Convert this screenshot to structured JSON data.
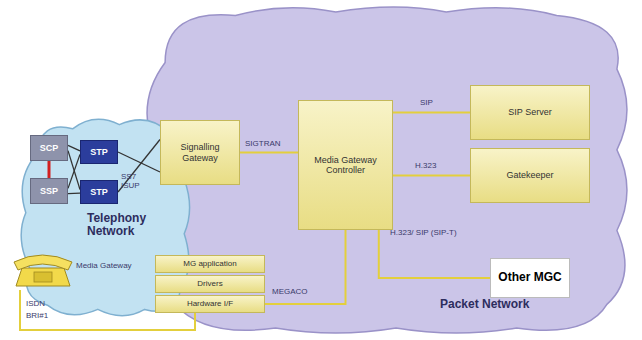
{
  "diagram": {
    "nodes": [
      {
        "text": [
          "Telephony Network"
        ]
      },
      {
        "text": [
          "SCP"
        ],
        "in": 0
      },
      {
        "text": [
          "SSP"
        ],
        "in": 0
      },
      {
        "text": [
          "STP"
        ],
        "in": 0
      },
      {
        "text": [
          "STP"
        ],
        "in": 0
      },
      {
        "text": [
          "Packet Network"
        ]
      },
      {
        "text": [
          "Signalling Gateway"
        ],
        "in": 5
      },
      {
        "text": [
          "Media Gateway Controller"
        ],
        "in": 5
      },
      {
        "text": [
          "SIP Server"
        ],
        "in": 5
      },
      {
        "text": [
          "Gatekeeper"
        ],
        "in": 5
      },
      {
        "text": [
          "Other MGC"
        ],
        "in": 5
      },
      {
        "text": [
          "MG application"
        ],
        "in": 5
      },
      {
        "text": [
          "Drivers"
        ],
        "in": 5
      },
      {
        "text": [
          "Hardware I/F"
        ],
        "in": 5
      }
    ],
    "edges": [
      {
        "from": 1,
        "to": 2,
        "arrow": "none"
      },
      {
        "from": 1,
        "to": 3,
        "arrow": "none"
      },
      {
        "from": 1,
        "to": 4,
        "arrow": "none"
      },
      {
        "from": 2,
        "to": 3,
        "arrow": "none"
      },
      {
        "from": 2,
        "to": 4,
        "arrow": "none"
      },
      {
        "from": 3,
        "to": 6,
        "label": "SS7 ISUP",
        "arrow": "none"
      },
      {
        "from": 4,
        "to": 6,
        "arrow": "none"
      },
      {
        "from": 6,
        "to": 7,
        "label": "SIGTRAN",
        "arrow": "none"
      },
      {
        "from": 7,
        "to": 8,
        "label": "SIP",
        "arrow": "none"
      },
      {
        "from": 7,
        "to": 9,
        "label": "H.323",
        "arrow": "none"
      },
      {
        "from": 7,
        "to": 10,
        "label": "H.323/ SIP (SIP-T)",
        "arrow": "none"
      },
      {
        "from": 7,
        "to": 13,
        "label": "MEGACO",
        "arrow": "none"
      }
    ],
    "labels": [
      "Media Gateway",
      "ISDN",
      "BRI#1"
    ]
  }
}
